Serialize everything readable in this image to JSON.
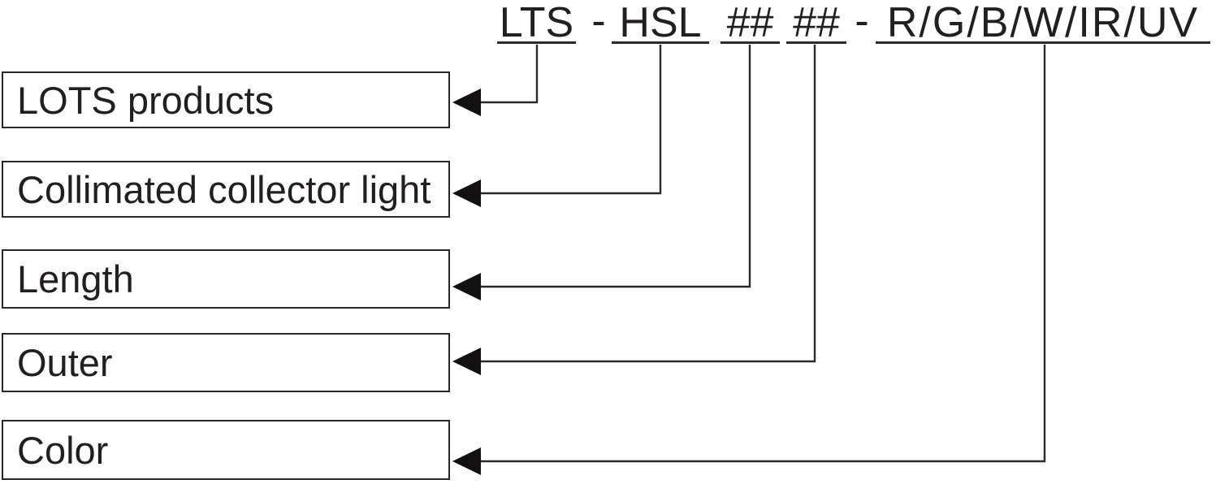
{
  "title": {
    "segments": [
      {
        "id": "series",
        "label": "LTS"
      },
      {
        "id": "family",
        "label": "HSL"
      },
      {
        "id": "length-code",
        "label": "##"
      },
      {
        "id": "outer-code",
        "label": "##"
      },
      {
        "id": "color-code",
        "label": "R/G/B/W/IR/UV"
      }
    ],
    "separators": [
      "-",
      "-"
    ]
  },
  "legend_boxes": [
    {
      "label": "LOTS products"
    },
    {
      "label": "Collimated collector light"
    },
    {
      "label": "Length"
    },
    {
      "label": "Outer"
    },
    {
      "label": "Color"
    }
  ],
  "colors": {
    "ink": "#231f20",
    "line": "#2e2a2b",
    "background": "#ffffff"
  }
}
